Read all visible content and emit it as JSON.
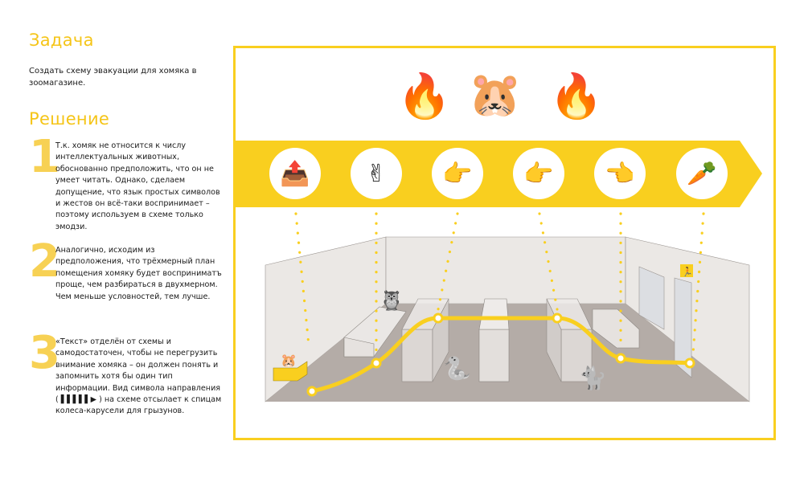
{
  "task": {
    "heading": "Задача",
    "text": "Создать схему эвакуации для хомяка в зоомагазине."
  },
  "solution": {
    "heading": "Решение",
    "steps": [
      {
        "number": "1",
        "text": "Т.к. хомяк не относится к числу интеллектуальных животных, обоснованно предположить, что он не умеет читать. Однако, сделаем допущение, что язык простых символов и жестов он всё-таки воспринимает – поэтому используем в схеме только эмодзи."
      },
      {
        "number": "2",
        "text": "Аналогично, исходим из предположения, что трёхмерный план помещения хомяку будет восприниматъ проще, чем разбираться в двухмерном. Чем меньше условностей, тем лучше."
      },
      {
        "number": "3",
        "text": "«Текст» отделён от схемы и самодостаточен, чтобы не перегрузить внимание хомяка – он должен понять и запомнить хотя бы один тип информации. Вид символа направления ( ▌▌▌▌▌▶ ) на схеме отсылает к спицам колеса-карусели для грызунов."
      }
    ]
  },
  "scheme": {
    "header_emoji": [
      {
        "name": "fire",
        "glyph": "🔥"
      },
      {
        "name": "hamster",
        "glyph": "🐹"
      },
      {
        "name": "fire",
        "glyph": "🔥"
      }
    ],
    "route_steps": [
      {
        "name": "outbox-tray",
        "glyph": "📤"
      },
      {
        "name": "victory-hand",
        "glyph": "✌"
      },
      {
        "name": "point-right",
        "glyph": "👉"
      },
      {
        "name": "point-right",
        "glyph": "👉"
      },
      {
        "name": "point-left",
        "glyph": "👈"
      },
      {
        "name": "carrot",
        "glyph": "🥕"
      }
    ],
    "room_objects": [
      {
        "name": "hamster-box",
        "glyph": "🐹"
      },
      {
        "name": "owl",
        "glyph": "🦉"
      },
      {
        "name": "snake",
        "glyph": "🐍"
      },
      {
        "name": "cat",
        "glyph": "🐈"
      },
      {
        "name": "exit-sign",
        "glyph": "🏃"
      }
    ]
  },
  "colors": {
    "accent": "#f9cf1f",
    "number": "#f7d154",
    "floor": "#b4aca7",
    "wall": "#ebe8e5"
  }
}
